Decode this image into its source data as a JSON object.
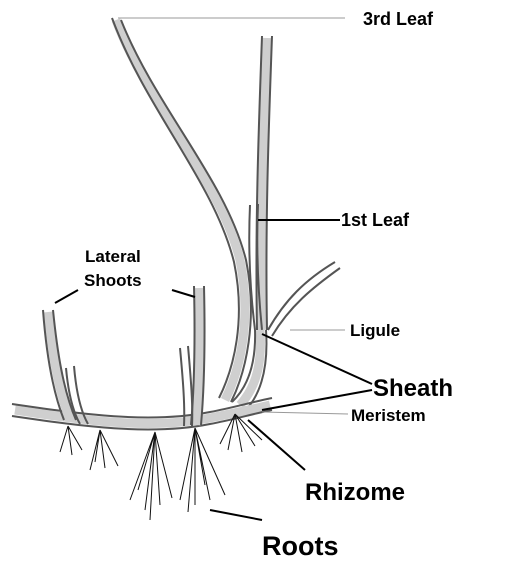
{
  "labels": {
    "third_leaf": "3rd Leaf",
    "first_leaf": "1st Leaf",
    "lateral_line1": "Lateral",
    "lateral_line2": "Shoots",
    "ligule": "Ligule",
    "sheath": "Sheath",
    "meristem": "Meristem",
    "rhizome": "Rhizome",
    "roots": "Roots"
  },
  "colors": {
    "label": "#000000",
    "plant_outline": "#555555",
    "plant_fill": "#cfcfcf",
    "roots": "#111111"
  }
}
